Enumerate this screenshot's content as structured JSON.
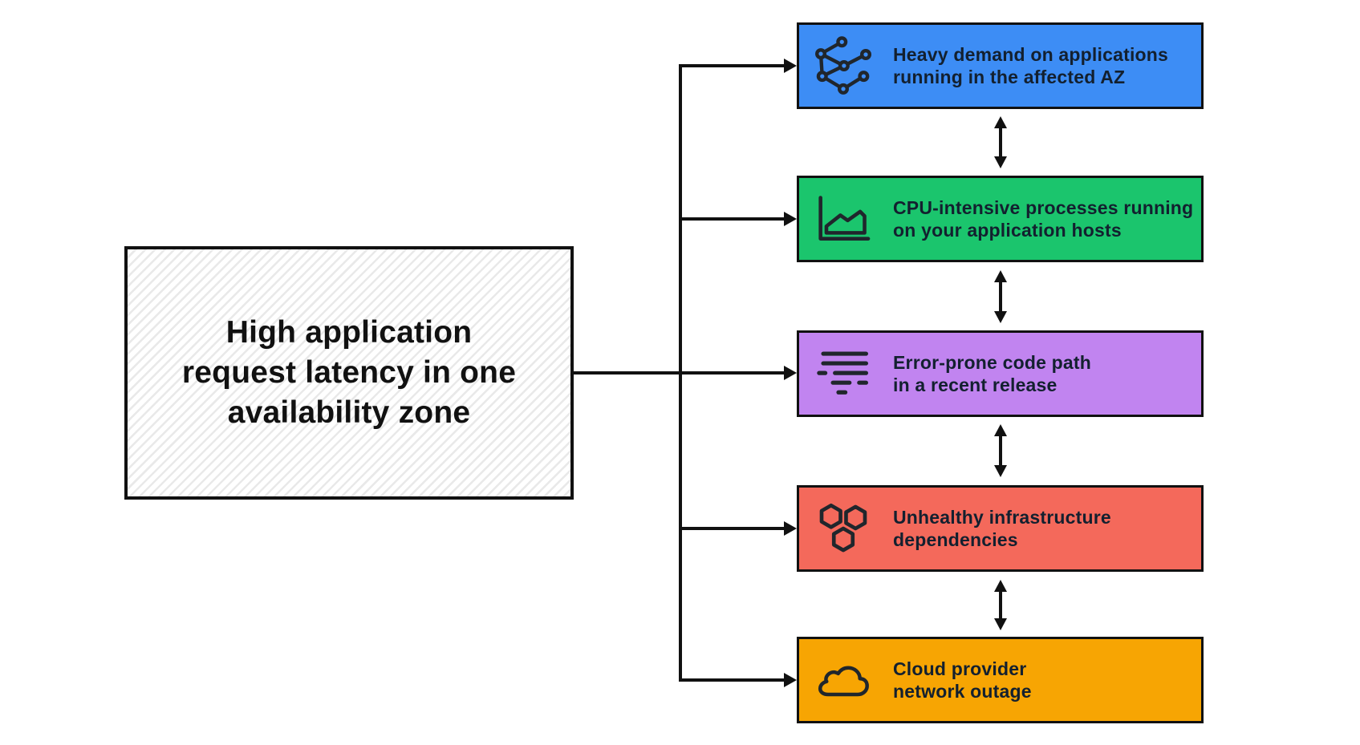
{
  "diagram": {
    "title": {
      "lines": [
        "High application",
        "request latency in one",
        "availability zone"
      ]
    },
    "causes": [
      {
        "icon": "network-graph-icon",
        "color": "#3D8DF5",
        "lines": [
          "Heavy demand on applications",
          "running in the affected AZ"
        ]
      },
      {
        "icon": "area-chart-icon",
        "color": "#1BC56D",
        "lines": [
          "CPU-intensive processes running",
          "on your application hosts"
        ]
      },
      {
        "icon": "code-lines-icon",
        "color": "#C184F0",
        "lines": [
          "Error-prone code path",
          "in a recent release"
        ]
      },
      {
        "icon": "hexagon-cluster-icon",
        "color": "#F4695B",
        "lines": [
          "Unhealthy infrastructure",
          "dependencies"
        ]
      },
      {
        "icon": "cloud-icon",
        "color": "#F7A503",
        "lines": [
          "Cloud provider",
          "network outage"
        ]
      }
    ],
    "colors": {
      "connector": "#111111",
      "border": "#111111",
      "box_text": "#13202F",
      "title_text": "#111111",
      "icon_stroke": "#20262C"
    }
  }
}
